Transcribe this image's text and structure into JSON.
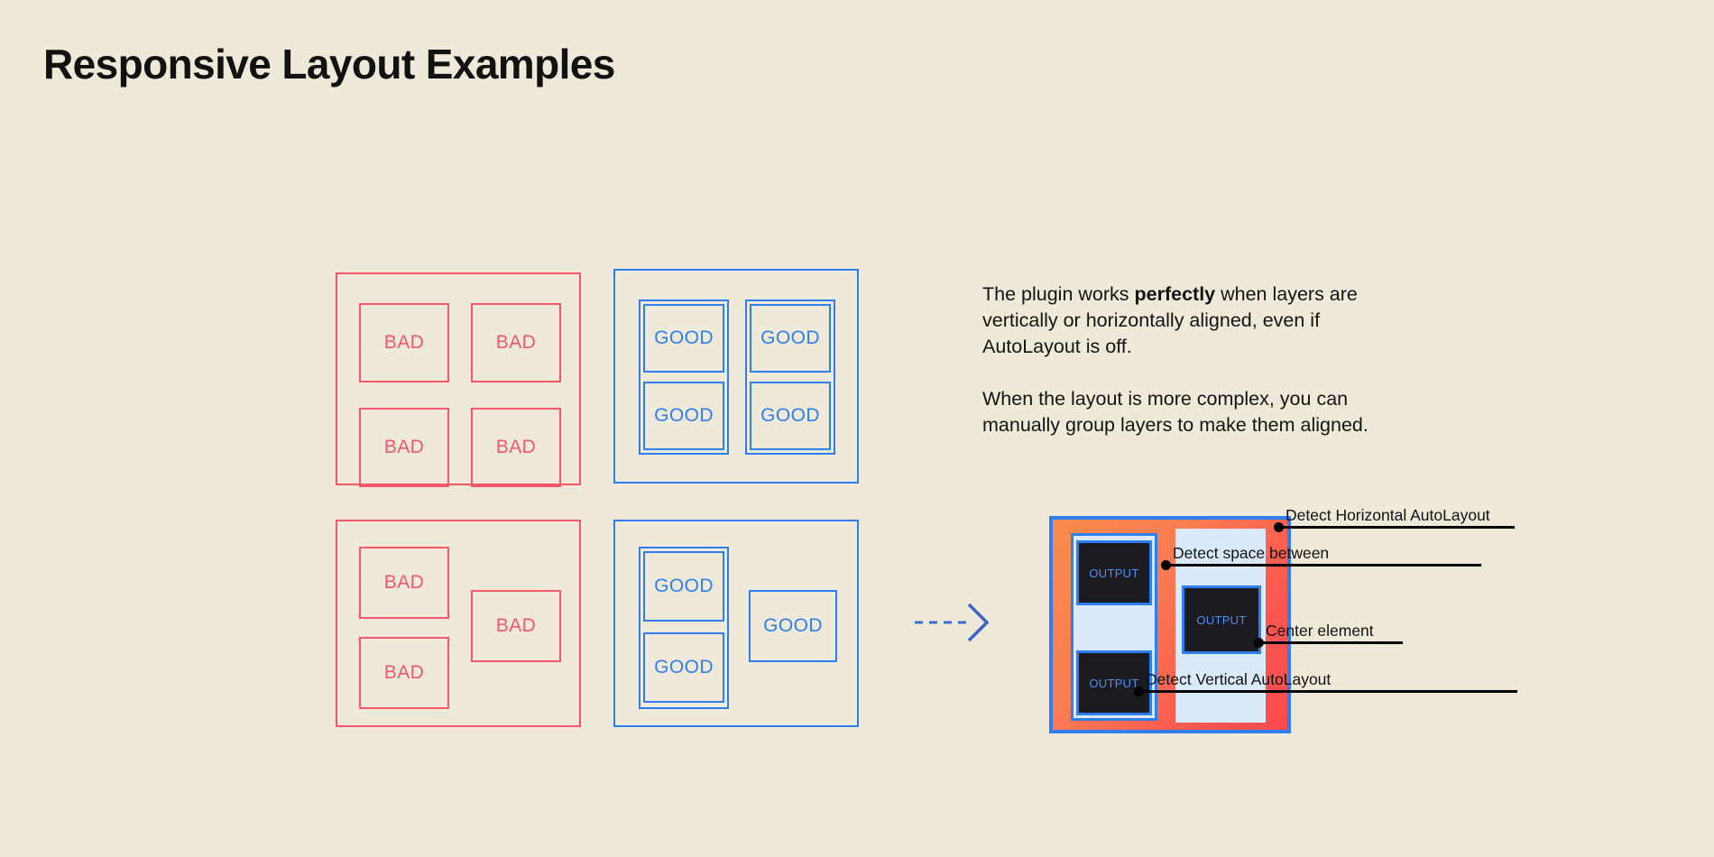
{
  "page": {
    "title": "Responsive Layout Examples",
    "background_color": "#efe9da",
    "bad_color": "#f0566e",
    "good_color": "#2f7ef0",
    "text_color": "#131313"
  },
  "examples": {
    "bad_grid": {
      "label": "bad-aligned-grid",
      "cells": [
        {
          "label": "BAD"
        },
        {
          "label": "BAD"
        },
        {
          "label": "BAD"
        },
        {
          "label": "BAD"
        }
      ]
    },
    "good_grid": {
      "label": "good-aligned-grid",
      "groups": [
        {
          "cells": [
            {
              "label": "GOOD"
            },
            {
              "label": "GOOD"
            }
          ]
        },
        {
          "cells": [
            {
              "label": "GOOD"
            },
            {
              "label": "GOOD"
            }
          ]
        }
      ]
    },
    "bad_complex": {
      "label": "bad-complex-layout",
      "cells": [
        {
          "label": "BAD"
        },
        {
          "label": "BAD"
        },
        {
          "label": "BAD"
        }
      ]
    },
    "good_complex": {
      "label": "good-complex-layout",
      "grouped_cells": [
        {
          "label": "GOOD"
        },
        {
          "label": "GOOD"
        }
      ],
      "ungrouped_cells": [
        {
          "label": "GOOD"
        }
      ]
    }
  },
  "arrow": {
    "icon": "dashed-arrow-right-icon",
    "color": "#3d6fd4"
  },
  "description": {
    "paragraph_1_pre": "The plugin works ",
    "paragraph_1_bold": "perfectly",
    "paragraph_1_post": " when layers are vertically or horizontally aligned, even if AutoLayout is off.",
    "paragraph_2": "When the layout is more complex, you can manually group layers to make them aligned."
  },
  "result_diagram": {
    "frame_border_color": "#2f7ef0",
    "frame_fill_start": "#f78c4b",
    "frame_fill_end": "#fb4a4f",
    "panel_color": "#dbeafb",
    "output_fill": "#1b1b21",
    "output_text_color": "#4d8ff5",
    "outputs": [
      {
        "label": "OUTPUT",
        "position": "top-left"
      },
      {
        "label": "OUTPUT",
        "position": "bottom-left"
      },
      {
        "label": "OUTPUT",
        "position": "center-right"
      }
    ]
  },
  "callouts": [
    {
      "label": "Detect Horizontal AutoLayout"
    },
    {
      "label": "Detect space between"
    },
    {
      "label": "Center element"
    },
    {
      "label": "Detect Vertical AutoLayout"
    }
  ]
}
